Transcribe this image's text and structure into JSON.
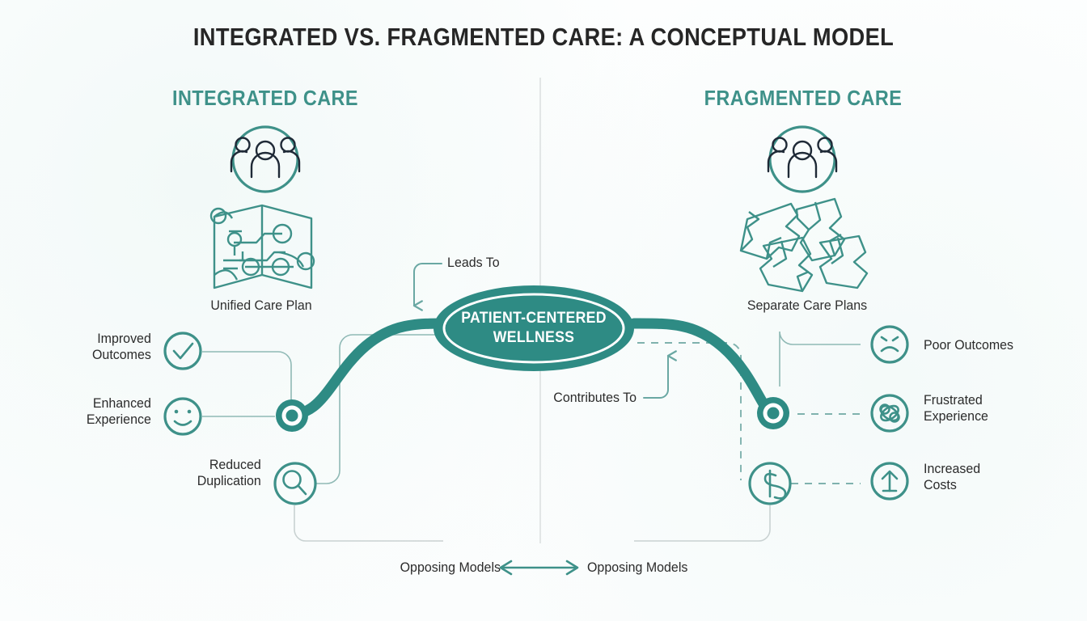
{
  "title": "INTEGRATED VS. FRAGMENTED CARE: A CONCEPTUAL MODEL",
  "colors": {
    "teal": "#3e9189",
    "teal_dark": "#2e8b84",
    "teal_deep": "#2a8279",
    "ink": "#2b2b2b",
    "navy": "#1f2a37",
    "hairline": "#d8dcdc",
    "background": "#fdfefe"
  },
  "columns": {
    "left": {
      "heading": "INTEGRATED CARE",
      "people_icon": "group-of-people-icon",
      "artifact": {
        "icon": "folded-connected-map-icon",
        "caption": "Unified Care Plan"
      },
      "outcomes": [
        {
          "label": "Improved\nOutcomes",
          "icon": "check-circle-icon"
        },
        {
          "label": "Enhanced\nExperience",
          "icon": "smiley-face-icon"
        },
        {
          "label": "Reduced\nDuplication",
          "icon": "magnifier-icon"
        }
      ]
    },
    "right": {
      "heading": "FRAGMENTED CARE",
      "people_icon": "group-of-people-icon",
      "artifact": {
        "icon": "torn-map-pieces-icon",
        "caption": "Separate Care Plans"
      },
      "outcomes": [
        {
          "label": "Poor Outcomes",
          "icon": "frowning-face-icon"
        },
        {
          "label": "Frustrated\nExperience",
          "icon": "tangled-knot-icon"
        },
        {
          "label": "Increased\nCosts",
          "icon": "up-arrow-icon"
        }
      ],
      "cost_source_icon": "dollar-sign-icon"
    }
  },
  "center": {
    "ellipse_line_1": "PATIENT-CENTERED",
    "ellipse_line_2": "WELLNESS"
  },
  "connectors": {
    "leads_to": "Leads To",
    "contributes_to": "Contributes To"
  },
  "footer": {
    "opposing_left": "Opposing Models",
    "opposing_right": "Opposing Models",
    "arrow_icon": "double-headed-arrow-icon"
  }
}
